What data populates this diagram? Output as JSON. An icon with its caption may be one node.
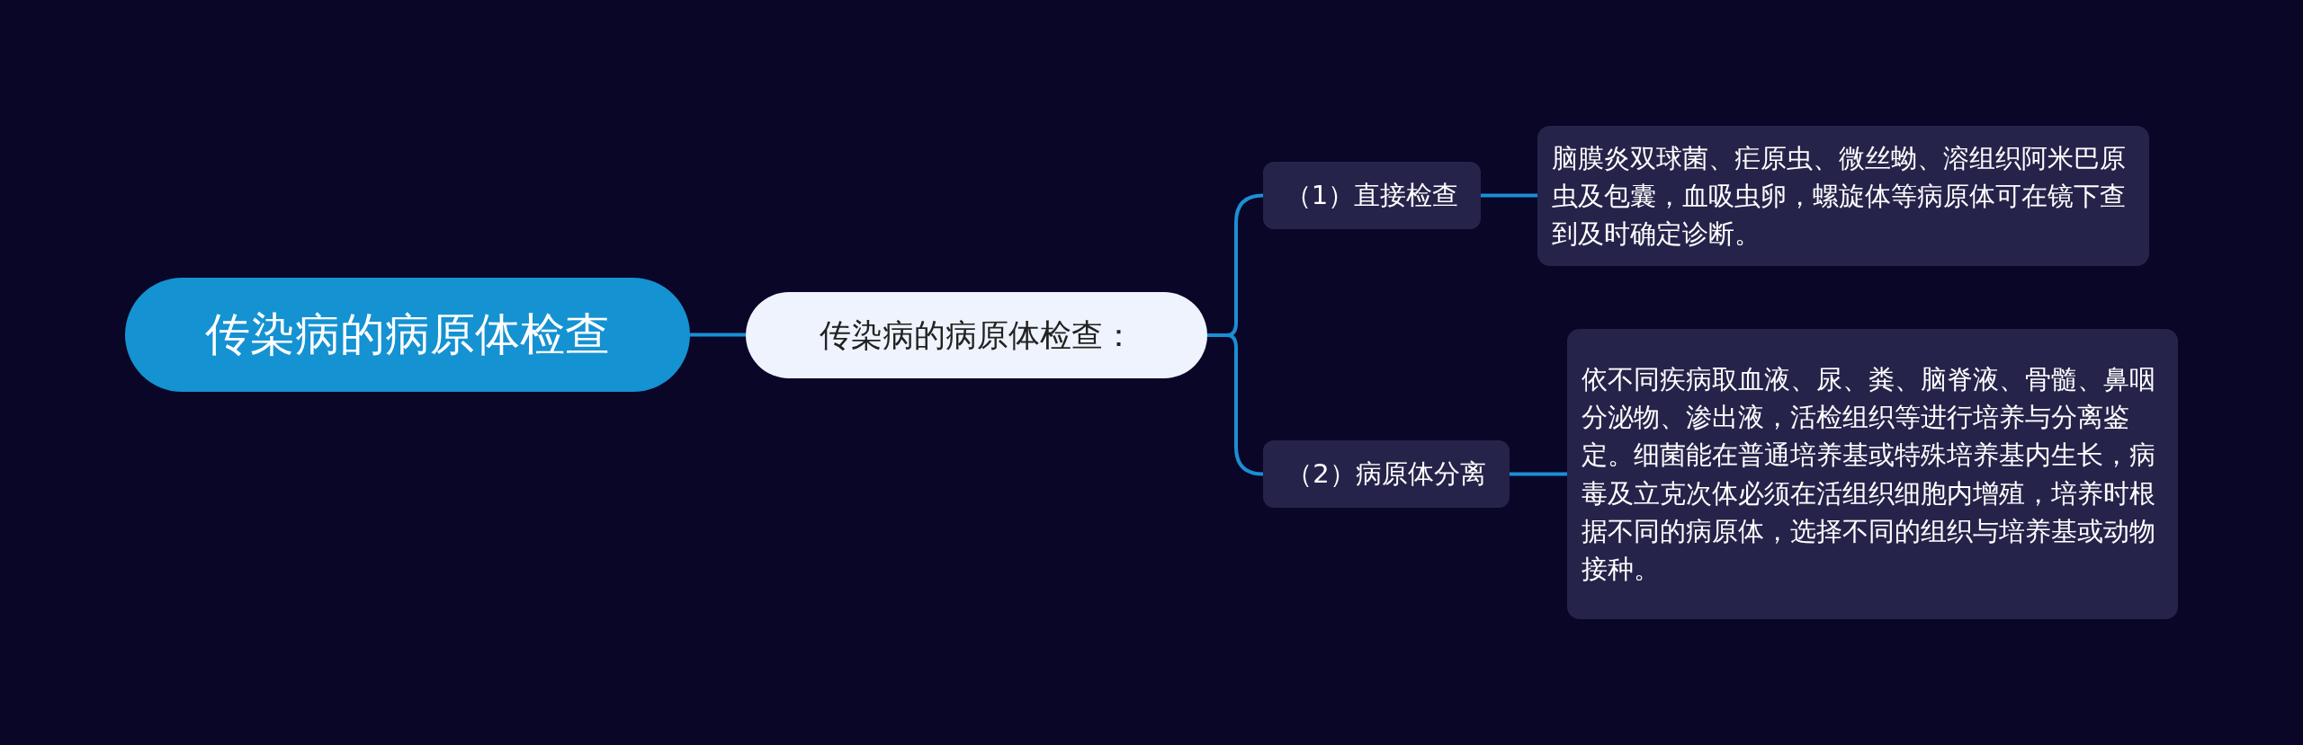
{
  "diagram": {
    "nodes": [
      {
        "text": [
          "传染病的病原体检查"
        ]
      },
      {
        "text": [
          "传染病的病原体检查："
        ]
      },
      {
        "text": [
          "（1）直接检查"
        ]
      },
      {
        "text": [
          "脑膜炎双球菌、疟原虫、微丝蚴、溶组织阿米巴原虫及包囊，血吸虫卵，螺旋体等病原体可在镜下查到及时确定诊断。"
        ]
      },
      {
        "text": [
          "（2）病原体分离"
        ]
      },
      {
        "text": [
          "依不同疾病取血液、尿、粪、脑脊液、骨髓、鼻咽分泌物、渗出液，活检组织等进行培养与分离鉴定。细菌能在普通培养基或特殊培养基内生长，病毒及立克次体必须在活组织细胞内增殖，培养时根据不同的病原体，选择不同的组织与培养基或动物接种。"
        ]
      }
    ],
    "edges": [
      {
        "from": 0,
        "to": 1,
        "arrow": "none"
      },
      {
        "from": 1,
        "to": 2,
        "arrow": "none"
      },
      {
        "from": 1,
        "to": 4,
        "arrow": "none"
      },
      {
        "from": 2,
        "to": 3,
        "arrow": "none"
      },
      {
        "from": 4,
        "to": 5,
        "arrow": "none"
      }
    ]
  }
}
